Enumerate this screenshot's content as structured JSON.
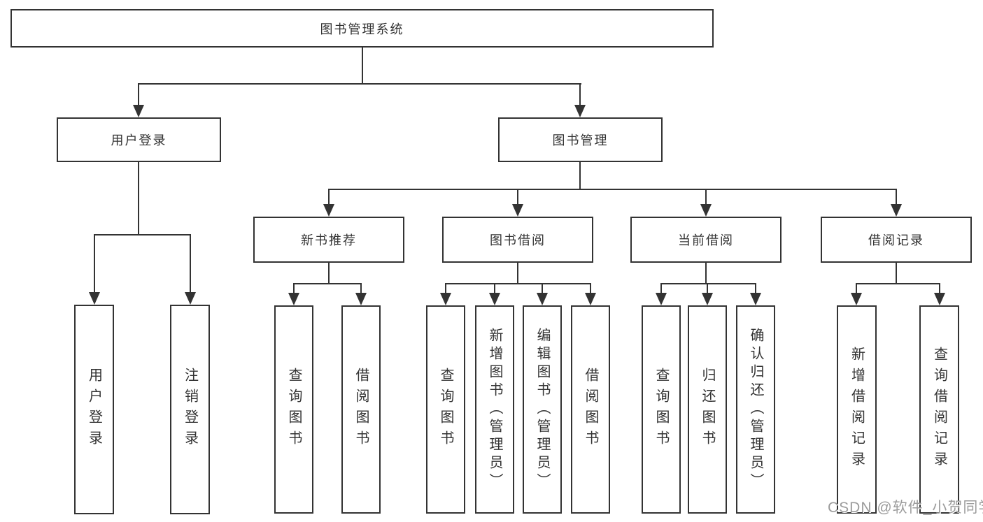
{
  "diagram_type": "hierarchy-diagram",
  "tree": {
    "label": "图书管理系统",
    "children": [
      {
        "label": "用户登录",
        "children": [
          {
            "label": "用户登录"
          },
          {
            "label": "注销登录"
          }
        ]
      },
      {
        "label": "图书管理",
        "children": [
          {
            "label": "新书推荐",
            "children": [
              {
                "label": "查询图书"
              },
              {
                "label": "借阅图书"
              }
            ]
          },
          {
            "label": "图书借阅",
            "children": [
              {
                "label": "查询图书"
              },
              {
                "label": "新增图书（管理员）"
              },
              {
                "label": "编辑图书（管理员）"
              },
              {
                "label": "借阅图书"
              }
            ]
          },
          {
            "label": "当前借阅",
            "children": [
              {
                "label": "查询图书"
              },
              {
                "label": "归还图书"
              },
              {
                "label": "确认归还（管理员）"
              }
            ]
          },
          {
            "label": "借阅记录",
            "children": [
              {
                "label": "新增借阅记录"
              },
              {
                "label": "查询借阅记录"
              }
            ]
          }
        ]
      }
    ]
  },
  "watermark": {
    "text": "CSDN @软件_小贺同学"
  },
  "colors": {
    "line": "#333333",
    "box_border": "#333333",
    "text": "#333333",
    "background": "#ffffff",
    "watermark": "#9c9c9c"
  }
}
